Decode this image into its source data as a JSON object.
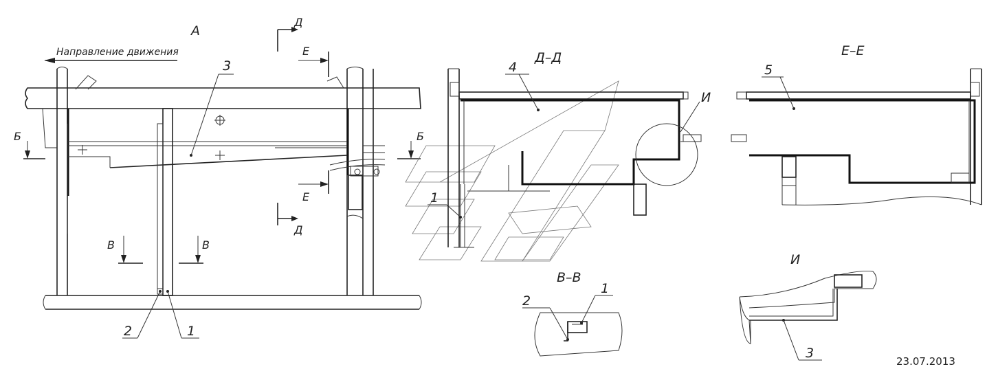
{
  "views": {
    "a_label": "А",
    "dd_label": "Д–Д",
    "ee_label": "Е–Е",
    "vv_label": "В–В",
    "i_label": "И"
  },
  "direction_text": "Направление движения",
  "section_marks": {
    "d": "Д",
    "e": "Е",
    "b": "Б",
    "v": "В",
    "i": "И"
  },
  "callouts": {
    "n1": "1",
    "n2": "2",
    "n3": "3",
    "n4": "4",
    "n5": "5"
  },
  "date": "23.07.2013"
}
